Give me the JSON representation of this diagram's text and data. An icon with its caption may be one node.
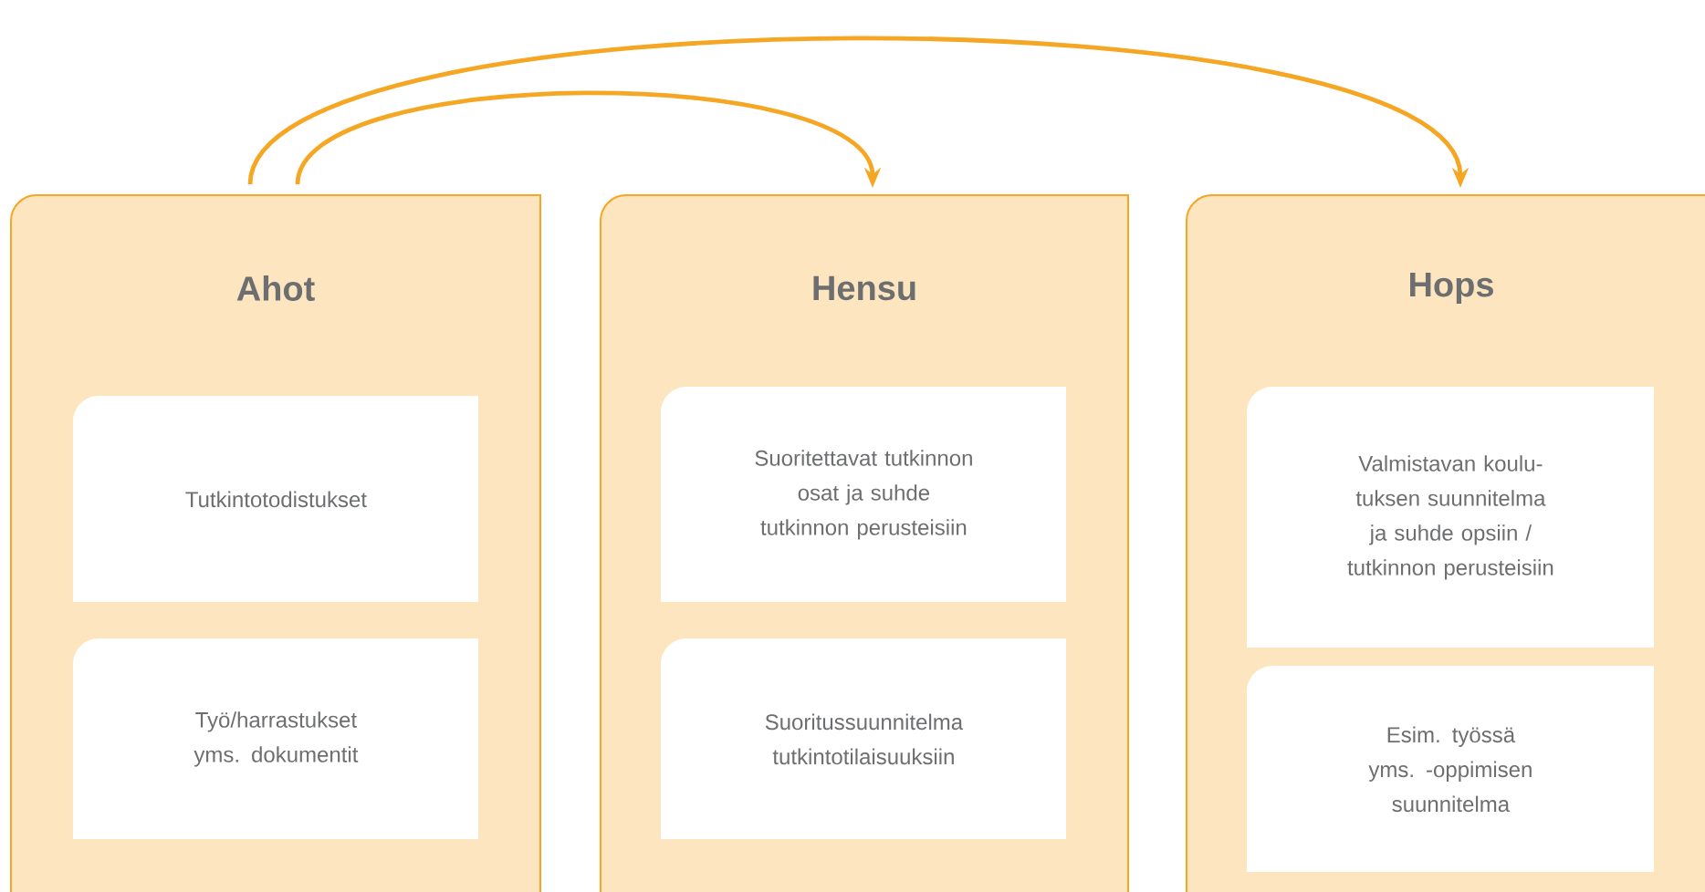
{
  "diagram": {
    "nodes": [
      {
        "text": [
          "Ahot"
        ]
      },
      {
        "text": [
          "Tutkintotodistukset"
        ],
        "in": 0
      },
      {
        "text": [
          "Työ/harrastukset yms. dokumentit"
        ],
        "in": 0
      },
      {
        "text": [
          "Hensu"
        ]
      },
      {
        "text": [
          "Suoritettavat tutkinnon osat ja suhde tutkinnon perusteisiin"
        ],
        "in": 3
      },
      {
        "text": [
          "Suoritussuunnitelma tutkintotilaisuuksiin"
        ],
        "in": 3
      },
      {
        "text": [
          "Hops"
        ]
      },
      {
        "text": [
          "Valmistavan koulu- tuksen suunnitelma ja suhde opsiin / tutkinnon perusteisiin"
        ],
        "in": 6
      },
      {
        "text": [
          "Esim. työssä yms. -oppimisen suunnitelma"
        ],
        "in": 6
      }
    ],
    "edges": [
      {
        "from": 0,
        "to": 3,
        "arrow": "to"
      },
      {
        "from": 0,
        "to": 6,
        "arrow": "to"
      }
    ]
  }
}
